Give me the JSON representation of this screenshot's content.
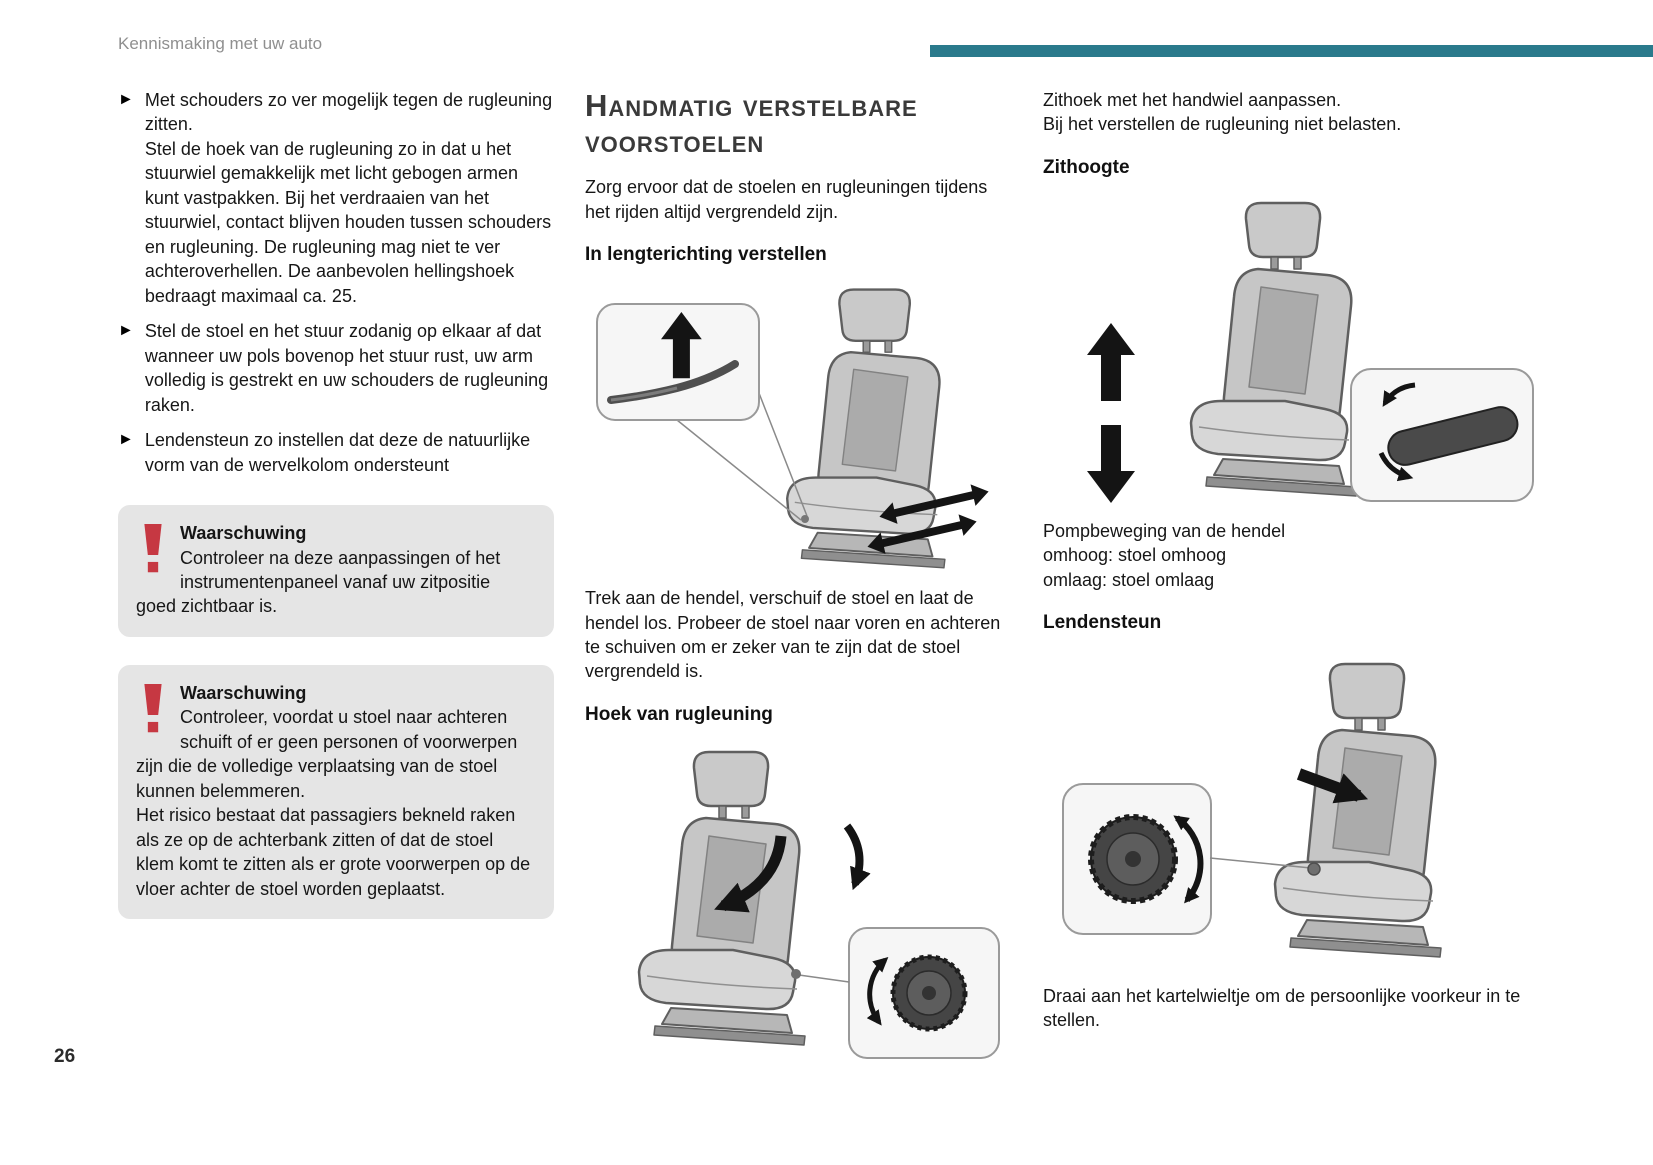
{
  "header": {
    "breadcrumb": "Kennismaking met uw auto"
  },
  "colors": {
    "accent": "#2a7a8c",
    "warning_red": "#c63842"
  },
  "glyphs": {
    "bullet": "►"
  },
  "page_number": "26",
  "left": {
    "bullets": [
      "Met schouders zo ver mogelijk tegen de rugleuning zitten.\nStel de hoek van de rugleuning zo in dat u het stuurwiel gemakkelijk met licht gebogen armen kunt vastpakken. Bij het verdraaien van het stuurwiel, contact blijven houden tussen schouders en rugleuning. De rugleuning mag niet te ver achteroverhellen. De aanbevolen hellingshoek bedraagt maximaal ca. 25.",
      "Stel de stoel en het stuur zodanig op elkaar af dat wanneer uw pols bovenop het stuur rust, uw arm volledig is gestrekt en uw schouders de rugleuning raken.",
      "Lendensteun zo instellen dat deze de natuurlijke vorm van de wervelkolom ondersteunt"
    ],
    "warnings": [
      {
        "title": "Waarschuwing",
        "text": "Controleer na deze aanpassingen of het instrumentenpaneel vanaf uw zitpositie goed zichtbaar is."
      },
      {
        "title": "Waarschuwing",
        "text": "Controleer, voordat u stoel naar achteren schuift of er geen personen of voorwerpen zijn die de volledige verplaatsing van de stoel kunnen belemmeren.\nHet risico bestaat dat passagiers bekneld raken als ze op de achterbank zitten of dat de stoel klem komt te zitten als er grote voorwerpen op de vloer achter de stoel worden geplaatst."
      }
    ]
  },
  "middle": {
    "heading": "Handmatig verstelbare voorstoelen",
    "intro": "Zorg ervoor dat de stoelen en rugleuningen tijdens het rijden altijd vergrendeld zijn.",
    "section_longitudinal": {
      "title": "In lengterichting verstellen",
      "caption": "Trek aan de hendel, verschuif de stoel en laat de hendel los. Probeer de stoel naar voren en achteren te schuiven om er zeker van te zijn dat de stoel vergrendeld is."
    },
    "section_backrest": {
      "title": "Hoek van rugleuning"
    }
  },
  "right": {
    "intro": "Zithoek met het handwiel aanpassen.\nBij het verstellen de rugleuning niet belasten.",
    "section_height": {
      "title": "Zithoogte",
      "caption": "Pompbeweging van de hendel\nomhoog: stoel omhoog\nomlaag: stoel omlaag"
    },
    "section_lumbar": {
      "title": "Lendensteun",
      "caption": "Draai aan het kartelwieltje om de persoonlijke voorkeur in te stellen."
    }
  },
  "illustrations": {
    "longitudinal": "seat-longitudinal-adjustment-illustration",
    "backrest": "seat-backrest-angle-illustration",
    "height": "seat-height-adjustment-illustration",
    "lumbar": "seat-lumbar-support-illustration"
  }
}
